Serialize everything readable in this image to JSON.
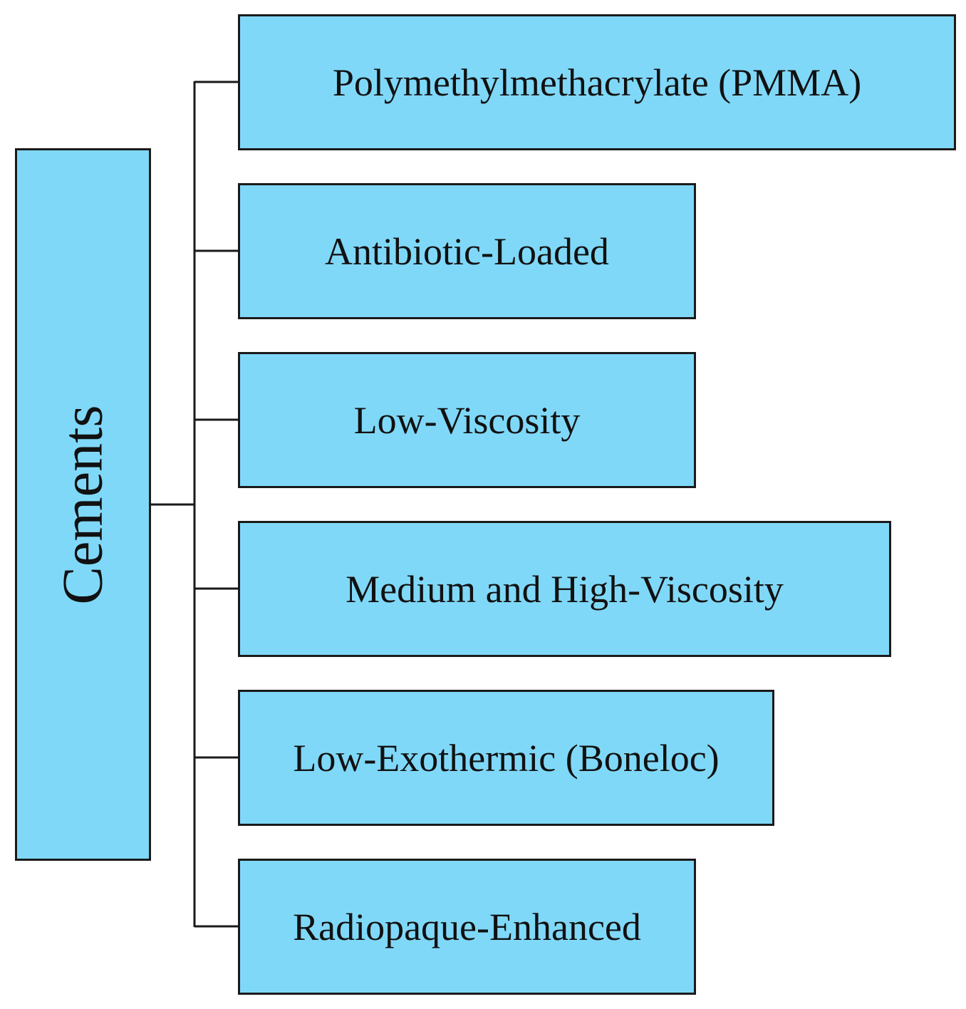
{
  "diagram": {
    "root": {
      "label": "Cements"
    },
    "children": [
      {
        "label": "Polymethylmethacrylate (PMMA)"
      },
      {
        "label": "Antibiotic-Loaded"
      },
      {
        "label": "Low-Viscosity"
      },
      {
        "label": "Medium and High-Viscosity"
      },
      {
        "label": "Low-Exothermic (Boneloc)"
      },
      {
        "label": "Radiopaque-Enhanced"
      }
    ],
    "colors": {
      "box_fill": "#80d8f8",
      "border": "#1a1a1a",
      "text": "#111111",
      "background": "#ffffff"
    }
  }
}
